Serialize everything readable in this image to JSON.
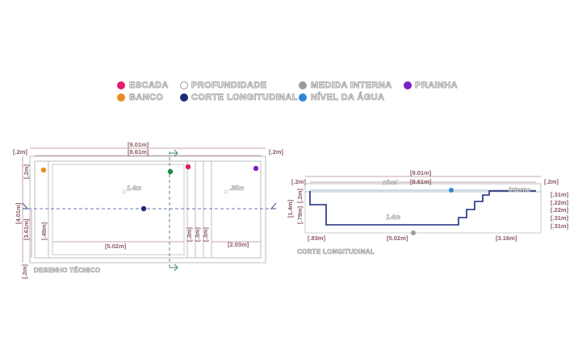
{
  "legend": [
    {
      "key": "escada",
      "label": "ESCADA",
      "color": "#e6196e"
    },
    {
      "key": "banco",
      "label": "BANCO",
      "color": "#e98a25"
    },
    {
      "key": "profundidade",
      "label": "PROFUNDIDADE",
      "color": "#ffffff"
    },
    {
      "key": "corte",
      "label": "CORTE LONGITUDINAL",
      "color": "#1c2a78"
    },
    {
      "key": "medida",
      "label": "MEDIDA INTERNA",
      "color": "#9b9b9b"
    },
    {
      "key": "nivel",
      "label": "NÍVEL DA ÁGUA",
      "color": "#2f86d8"
    },
    {
      "key": "prainha",
      "label": "PRAINHA",
      "color": "#7a1fc9"
    }
  ],
  "plan": {
    "caption": "DESENHO TÉCNICO",
    "dims": {
      "total_length": "[9.01m]",
      "inner_length": "[8.61m]",
      "border_left": "[.2m]",
      "border_right": "[.2m]",
      "width": "[4.01m]",
      "border_side": "[.2m]",
      "inner_width": "[3.61m]",
      "bench_width": "[.45m]",
      "main_length": "[5.02m]",
      "prainha_length": "[2.03m]",
      "step1": "[.3m]",
      "step2": "[.3m]",
      "step3": "[.3m]",
      "bottom_border": "[.2m]"
    },
    "depths": {
      "main": "1.4m",
      "prainha": ".35m"
    }
  },
  "section": {
    "caption": "CORTE LONGITUDINAL",
    "dims": {
      "total_length": "[9.01m]",
      "inner_length": "[8.61m]",
      "border_left": "[.2m]",
      "border_right": "[.2m]",
      "depth_total": "[1.4m]",
      "depth_upper": "[.2m]",
      "depth_lower": "[.79m]",
      "left_wall": "[.83m]",
      "floor_length": "[5.02m]",
      "stairs_length": "[3.16m]",
      "step_a": "[.31m]",
      "step_b": "[.22m]",
      "step_c": "[.22m]",
      "step_d": "[.31m]",
      "step_e": "[.31m]"
    },
    "labels": {
      "water": "nível",
      "inner": "interno",
      "depth": "1.4m"
    }
  }
}
